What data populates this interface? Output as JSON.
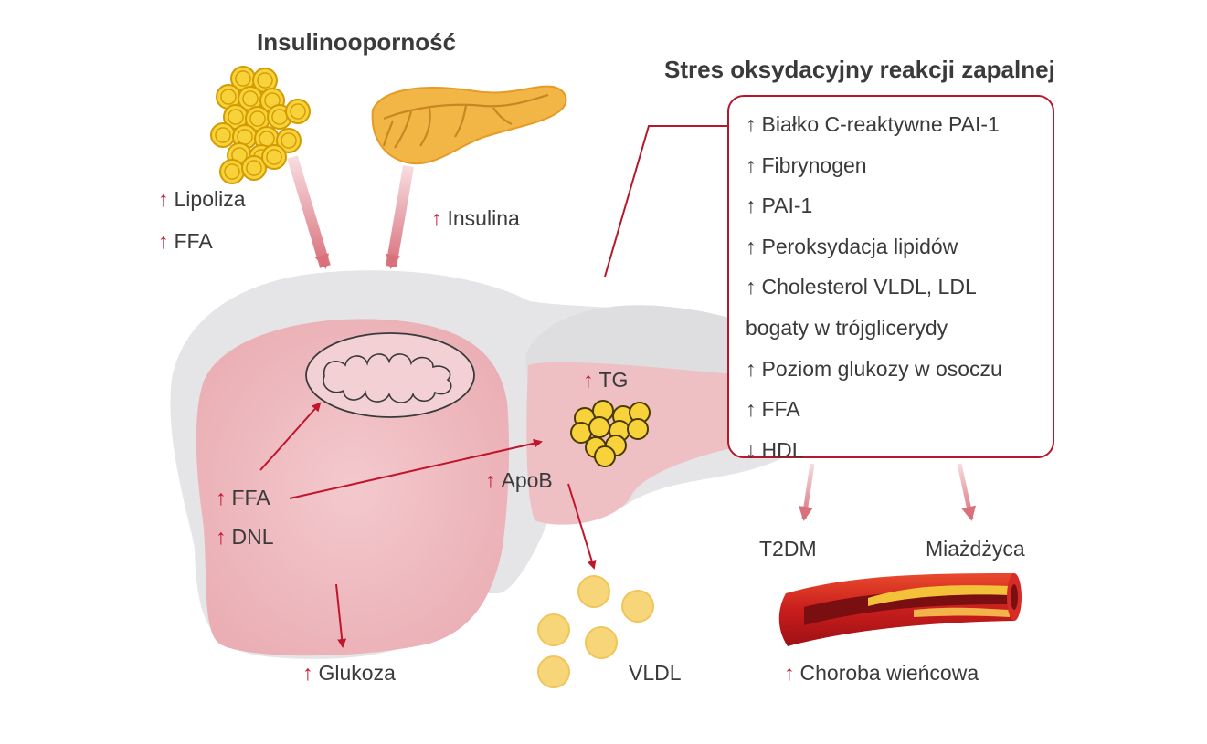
{
  "headings": {
    "insulin_resistance": "Insulinooporność",
    "oxidative_stress": "Stres oksydacyjny reakcji zapalnej"
  },
  "arrow_symbols": {
    "up": "↑",
    "down": "↓"
  },
  "fat_labels": {
    "lipolysis": "Lipoliza",
    "ffa": "FFA"
  },
  "pancreas_labels": {
    "insulin": "Insulina"
  },
  "liver_labels": {
    "ffa": "FFA",
    "dnl": "DNL",
    "tg": "TG",
    "apob": "ApoB",
    "glucose": "Glukoza",
    "vldl": "VLDL"
  },
  "stress_items": [
    {
      "dir": "up",
      "text": "Białko C-reaktywne PAI-1"
    },
    {
      "dir": "up",
      "text": "Fibrynogen"
    },
    {
      "dir": "up",
      "text": "PAI-1"
    },
    {
      "dir": "up",
      "text": "Peroksydacja lipidów"
    },
    {
      "dir": "up",
      "text": "Cholesterol VLDL, LDL"
    },
    {
      "dir": "none",
      "text": "bogaty w trójglicerydy"
    },
    {
      "dir": "up",
      "text": "Poziom glukozy w osoczu"
    },
    {
      "dir": "up",
      "text": "FFA"
    },
    {
      "dir": "down",
      "text": "HDL"
    }
  ],
  "outcomes": {
    "t2dm": "T2DM",
    "atherosclerosis": "Miażdżyca",
    "cad": "Choroba wieńcowa"
  },
  "colors": {
    "accent_red": "#c0162c",
    "liver_pink": "#efc1c5",
    "liver_gray": "#e4e4e6",
    "fat_yellow": "#f7d23a",
    "fat_outline": "#d39b00",
    "pancreas_orange": "#f2b646",
    "text_dark": "#3a3a3a"
  }
}
